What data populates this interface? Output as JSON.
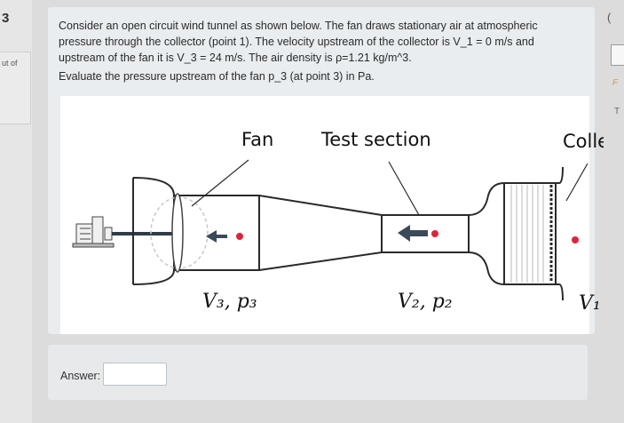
{
  "sidebar": {
    "question_number": "3",
    "out_of_text": "ut of"
  },
  "question": {
    "body": "Consider an open circuit wind tunnel as shown below. The fan draws stationary air at atmospheric pressure through the collector (point 1). The velocity upstream of the collector is V_1 = 0 m/s and upstream of the fan it is V_3 = 24 m/s. The air density is ρ=1.21 kg/m^3.",
    "instruction": "Evaluate the pressure upstream of the fan p_3 (at point 3) in Pa."
  },
  "figure": {
    "label_fan": "Fan",
    "label_test_section": "Test section",
    "label_collector": "Colle",
    "label_v3_p3": "V₃, p₃",
    "label_v2_p2": "V₂, p₂",
    "label_v1": "V₁",
    "colors": {
      "point_dot": "#e0233a",
      "arrow": "#3a4a5a",
      "line": "#2a2a2a"
    }
  },
  "answer": {
    "label": "Answer:",
    "value": "",
    "placeholder": ""
  },
  "right_strip": {
    "paren": "(",
    "f_text": "F",
    "t_text": "T"
  }
}
